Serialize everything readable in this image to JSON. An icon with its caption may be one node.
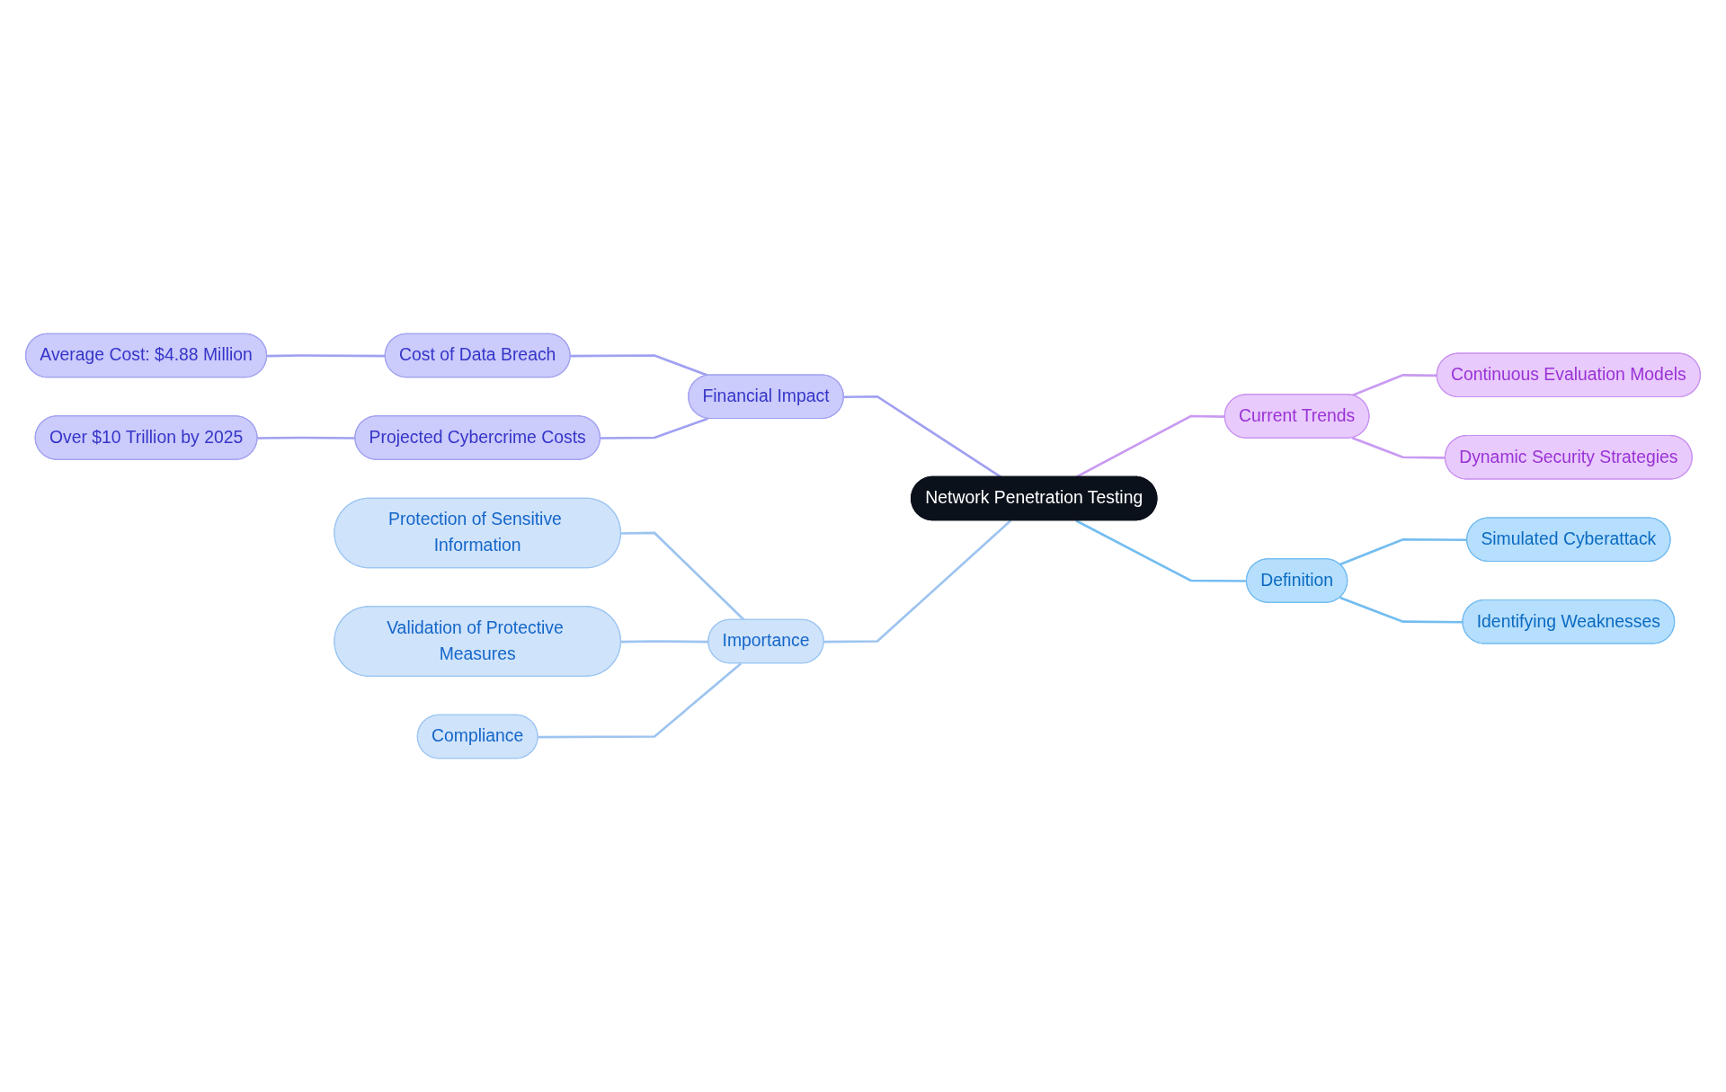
{
  "diagram": {
    "nodes": [
      {
        "text": [
          "Network Penetration Testing"
        ]
      },
      {
        "text": [
          "Financial Impact"
        ]
      },
      {
        "text": [
          "Cost of Data Breach"
        ]
      },
      {
        "text": [
          "Average Cost: $4.88 Million"
        ]
      },
      {
        "text": [
          "Projected Cybercrime Costs"
        ]
      },
      {
        "text": [
          "Over $10 Trillion by 2025"
        ]
      },
      {
        "text": [
          "Current Trends"
        ]
      },
      {
        "text": [
          "Continuous Evaluation Models"
        ]
      },
      {
        "text": [
          "Dynamic Security Strategies"
        ]
      },
      {
        "text": [
          "Importance"
        ]
      },
      {
        "text": [
          "Protection of Sensitive Information"
        ]
      },
      {
        "text": [
          "Validation of Protective Measures"
        ]
      },
      {
        "text": [
          "Compliance"
        ]
      },
      {
        "text": [
          "Definition"
        ]
      },
      {
        "text": [
          "Simulated Cyberattack"
        ]
      },
      {
        "text": [
          "Identifying Weaknesses"
        ]
      }
    ],
    "edges": [
      {
        "from": 1,
        "to": 0,
        "arrow": "none",
        "color": "#a0a0f2"
      },
      {
        "from": 2,
        "to": 1,
        "arrow": "none",
        "color": "#a0a0f2"
      },
      {
        "from": 3,
        "to": 2,
        "arrow": "none",
        "color": "#a0a0f2"
      },
      {
        "from": 4,
        "to": 1,
        "arrow": "none",
        "color": "#a0a0f2"
      },
      {
        "from": 5,
        "to": 4,
        "arrow": "none",
        "color": "#a0a0f2"
      },
      {
        "from": 0,
        "to": 6,
        "arrow": "none",
        "color": "#c99af2"
      },
      {
        "from": 6,
        "to": 7,
        "arrow": "none",
        "color": "#c99af2"
      },
      {
        "from": 6,
        "to": 8,
        "arrow": "none",
        "color": "#c99af2"
      },
      {
        "from": 9,
        "to": 0,
        "arrow": "none",
        "color": "#9dc4f0"
      },
      {
        "from": 10,
        "to": 9,
        "arrow": "none",
        "color": "#9dc4f0"
      },
      {
        "from": 11,
        "to": 9,
        "arrow": "none",
        "color": "#9dc4f0"
      },
      {
        "from": 12,
        "to": 9,
        "arrow": "none",
        "color": "#9dc4f0"
      },
      {
        "from": 0,
        "to": 13,
        "arrow": "none",
        "color": "#74bdf0"
      },
      {
        "from": 13,
        "to": 14,
        "arrow": "none",
        "color": "#74bdf0"
      },
      {
        "from": 13,
        "to": 15,
        "arrow": "none",
        "color": "#74bdf0"
      }
    ]
  }
}
